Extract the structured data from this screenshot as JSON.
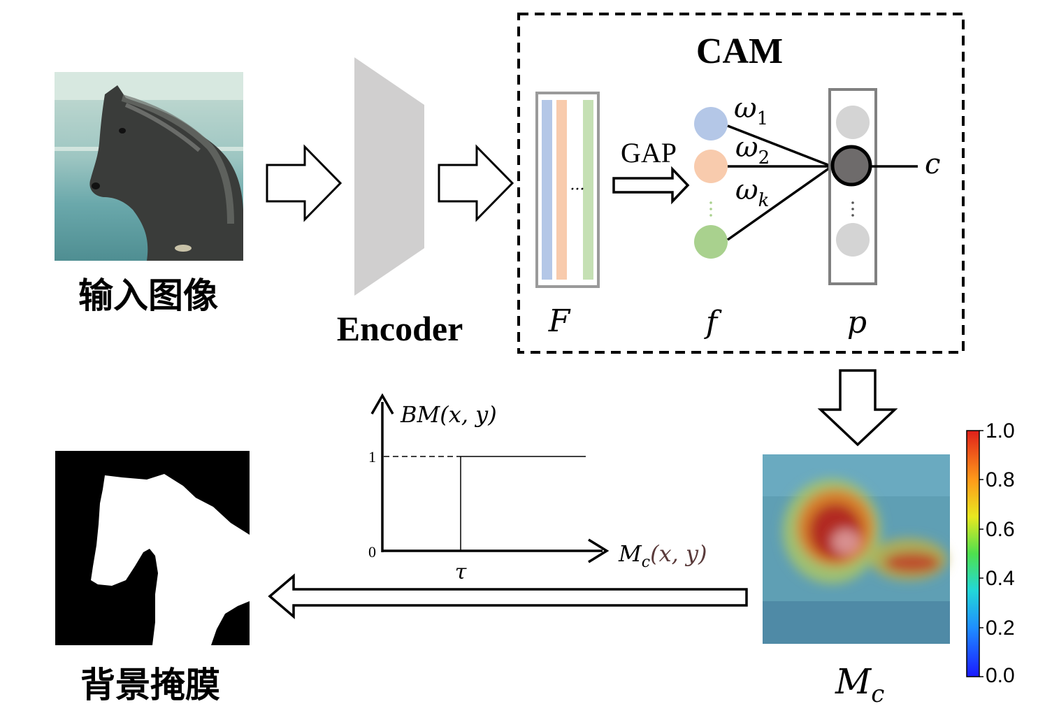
{
  "input": {
    "label": "输入图像",
    "icon": "horse-photo"
  },
  "encoder": {
    "label": "Encoder"
  },
  "cam": {
    "title": "CAM",
    "feature_label": "F",
    "feature_dots": "···",
    "gap_label": "GAP",
    "pooled_label": "f",
    "pred_label": "p",
    "class_label": "c",
    "weights": [
      {
        "sym": "ω",
        "sub": "1"
      },
      {
        "sym": "ω",
        "sub": "2"
      },
      {
        "sym": "ω",
        "sub": "k"
      }
    ],
    "node_colors": [
      "#b4c7e7",
      "#f8cbad",
      "#a9d18e"
    ],
    "channel_colors": [
      "#b4c7e7",
      "#f8cbad",
      "#c5e0b4"
    ]
  },
  "heatmap": {
    "label_main": "M",
    "label_sub": "c",
    "colorbar_ticks": [
      "1.0",
      "0.8",
      "0.6",
      "0.4",
      "0.2",
      "0.0"
    ]
  },
  "threshold_plot": {
    "y_label": "BM(x, y)",
    "x_label_main": "M",
    "x_label_sub": "c",
    "x_label_args": "(x, y)",
    "tick_one": "1",
    "tick_zero": "0",
    "tau": "τ"
  },
  "mask": {
    "label": "背景掩膜",
    "icon": "horse-mask"
  }
}
